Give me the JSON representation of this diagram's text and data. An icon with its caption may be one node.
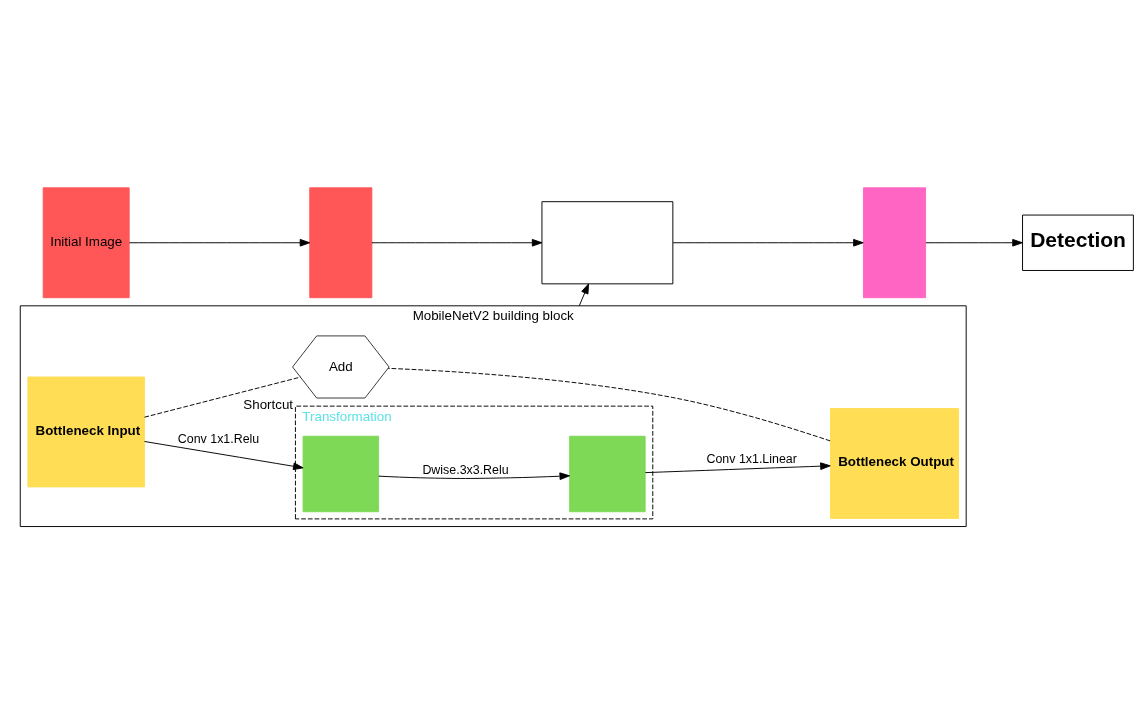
{
  "diagram": {
    "nodes": [
      {
        "text": [
          "MobileNetV2 building block"
        ]
      },
      {
        "text": [
          "Transformation"
        ],
        "in": 0
      },
      {
        "text": [
          "Bottleneck Input"
        ],
        "in": 0
      },
      {
        "text": [],
        "shape": "box",
        "in": 1
      },
      {
        "text": [],
        "shape": "box",
        "in": 1
      },
      {
        "text": [
          "Bottleneck Output"
        ],
        "in": 0
      },
      {
        "text": [
          "Add"
        ],
        "beside": [
          "Shortcut"
        ],
        "in": 0
      },
      {
        "text": [
          "Initial Image"
        ]
      },
      {
        "text": [],
        "shape": "box"
      },
      {
        "text": [],
        "shape": "box"
      },
      {
        "text": [],
        "shape": "box"
      },
      {
        "text": [
          "Detection"
        ]
      }
    ],
    "edges": [
      {
        "from": 2,
        "to": 3,
        "arrow": "to",
        "label": "Conv 1x1.Relu"
      },
      {
        "from": 3,
        "to": 4,
        "arrow": "to",
        "label": "Dwise.3x3.Relu"
      },
      {
        "from": 4,
        "to": 5,
        "arrow": "to",
        "label": "Conv 1x1.Linear"
      },
      {
        "from": 2,
        "to": 6,
        "arrow": "none",
        "style": "dashed"
      },
      {
        "from": 5,
        "to": 6,
        "arrow": "none",
        "style": "dashed"
      },
      {
        "from": 0,
        "to": 9,
        "arrow": "to"
      },
      {
        "from": 7,
        "to": 8,
        "arrow": "to"
      },
      {
        "from": 8,
        "to": 9,
        "arrow": "to"
      },
      {
        "from": 9,
        "to": 10,
        "arrow": "to"
      },
      {
        "from": 10,
        "to": 11,
        "arrow": "to"
      }
    ]
  }
}
